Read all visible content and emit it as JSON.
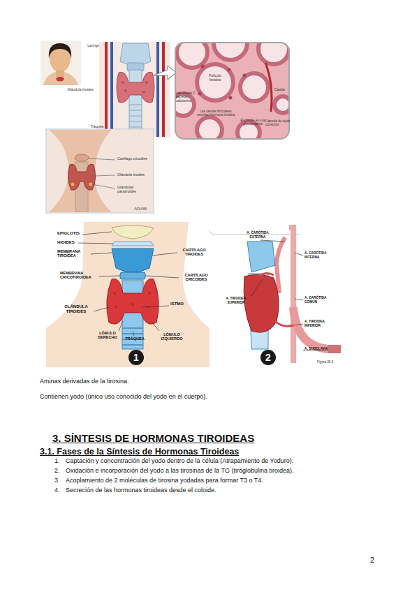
{
  "diagram": {
    "title": "3. SÍNTESIS DE HORMONAS TIROIDEAS",
    "nodes": [
      {
        "text": [
          "1"
        ]
      },
      {
        "text": [
          "2"
        ]
      }
    ],
    "labels": [
      "Laringe",
      "Glándula tiroides",
      "Tráquea",
      "Folículo tiroideo",
      "Las células C secretan calcitonina",
      "Las células foliculares secretan hormona tiroidea",
      "El coloide es una glucoproteína",
      "Capilar",
      "Cápsula de tejido conectivo",
      "Cartílago cricoides",
      "Glándula tiroides",
      "Glándulas paratiroides",
      "ADAM",
      "EPIGLOTIS",
      "HIOIDES",
      "MEMBRANA TIROIDEA",
      "MEMBRANA CRICOTIROIDEA",
      "CARTÍLAGO TIROIDES",
      "CARTÍLAGO CRICOIDES",
      "GLÁNDULA TIROIDES",
      "ISTMO",
      "LÓBULO DERECHO",
      "LÓBULO IZQUIERDO",
      "TRÁQUEA",
      "A. CARÓTIDA EXTERNA",
      "A. CARÓTIDA INTERNA",
      "A. TIROIDEA SUPERIOR",
      "A. CARÓTIDA COMÚN",
      "A. TIROIDEA INFERIOR",
      "A. SUBCLAVIA",
      "Figura 35.5",
      "Aminas derivadas de la tirosina.",
      "Contienen yodo (único uso conocido del yodo en el cuerpo).",
      "3.1. Fases de la Síntesis de Hormonas Tiroideas",
      "1.",
      "Captación y concentración del yodo dentro de la célula (Atrapamiento de Yoduro).",
      "2.",
      "Oxidación e incorporación del yodo a las tirosinas de la TG (tiroglobulina tiroidea).",
      "3.",
      "Acoplamiento de 2 moléculas de tirosina yodadas para formar T3 o T4.",
      "4.",
      "Secreción de las hormonas tiroideas desde el coloide.",
      "2"
    ]
  }
}
